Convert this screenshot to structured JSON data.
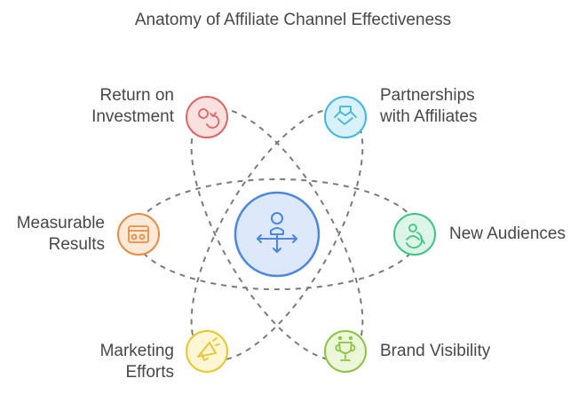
{
  "title": "Anatomy of Affiliate Channel Effectiveness",
  "center": {
    "icon": "person-with-arrows-icon",
    "fill": "#dde8fb",
    "stroke": "#4b86e0"
  },
  "nodes": [
    {
      "id": "roi",
      "lines": [
        "Return on",
        "Investment"
      ],
      "icon": "money-cycle-icon",
      "fill": "#fbe0e0",
      "stroke": "#e06666"
    },
    {
      "id": "partnerships",
      "lines": [
        "Partnerships",
        "with Affiliates"
      ],
      "icon": "handshake-icon",
      "fill": "#d9f1fb",
      "stroke": "#3fb6e3"
    },
    {
      "id": "measurable",
      "lines": [
        "Measurable",
        "Results"
      ],
      "icon": "dashboard-icon",
      "fill": "#fde9d9",
      "stroke": "#ea8c3e"
    },
    {
      "id": "audiences",
      "lines": [
        "New Audiences"
      ],
      "icon": "globe-people-icon",
      "fill": "#dcf5e8",
      "stroke": "#3ec582"
    },
    {
      "id": "marketing",
      "lines": [
        "Marketing",
        "Efforts"
      ],
      "icon": "megaphone-icon",
      "fill": "#fdf6d5",
      "stroke": "#e6c62b"
    },
    {
      "id": "brand",
      "lines": [
        "Brand Visibility"
      ],
      "icon": "trophy-icon",
      "fill": "#ecf6d9",
      "stroke": "#8cc43f"
    }
  ]
}
